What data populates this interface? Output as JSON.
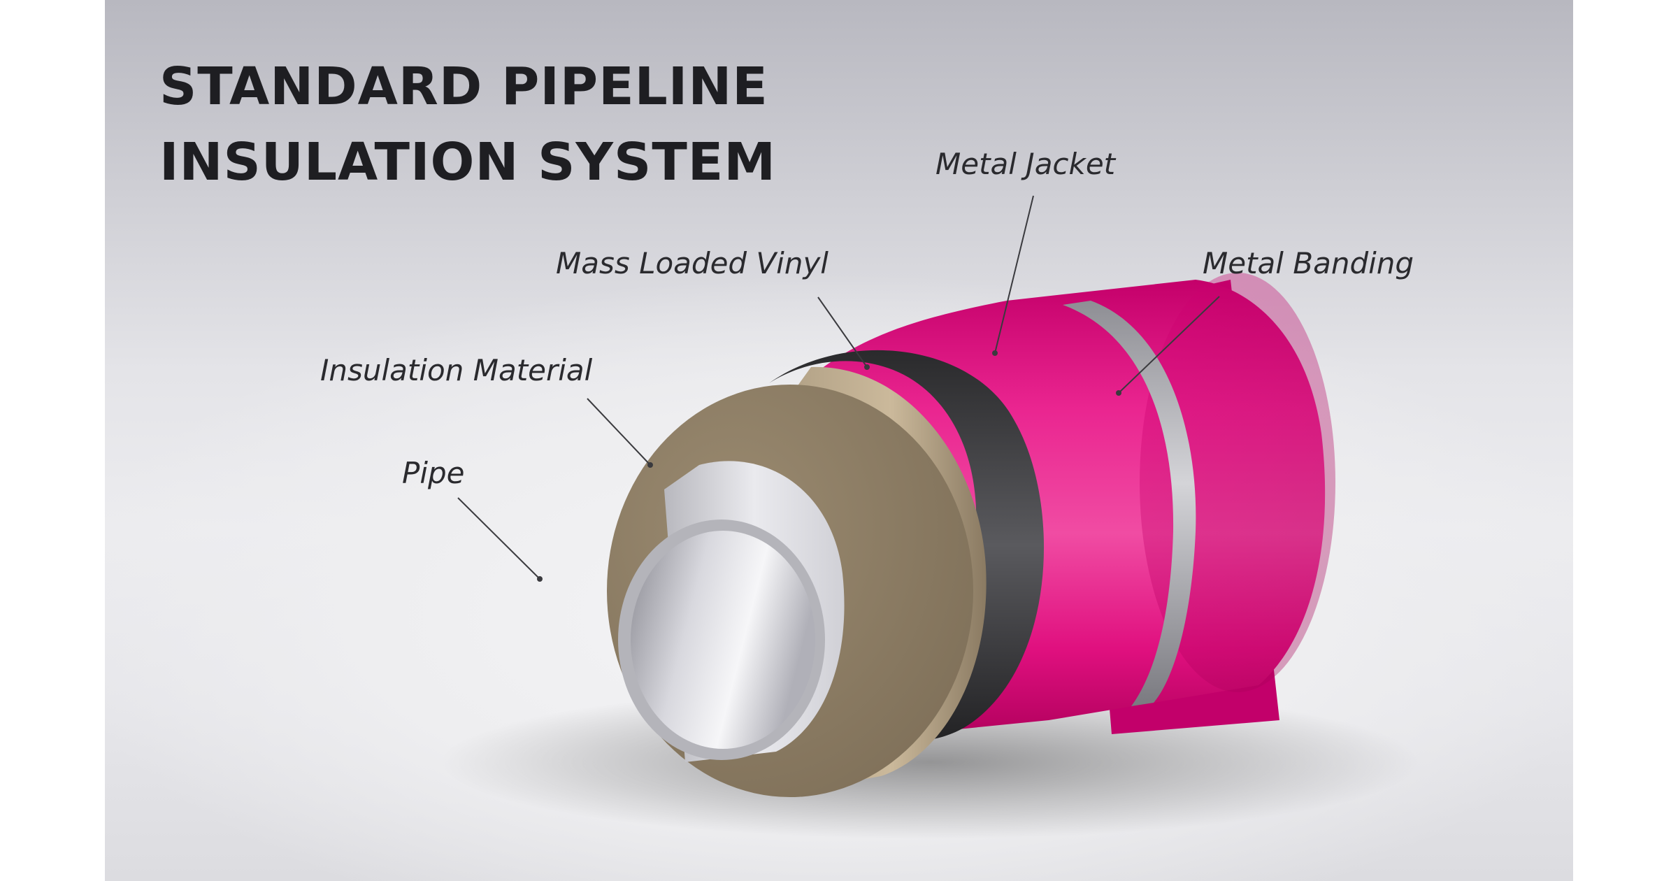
{
  "diagram": {
    "title_lines": [
      "STANDARD PIPELINE",
      "INSULATION SYSTEM"
    ],
    "labels": {
      "metal_jacket": "Metal Jacket",
      "mass_loaded_vinyl": "Mass Loaded Vinyl",
      "metal_banding": "Metal Banding",
      "insulation_material": "Insulation Material",
      "pipe": "Pipe"
    },
    "layer_colors": {
      "jacket": "#e6007e",
      "banding": "#a8a8ac",
      "vinyl": "#3a3a3c",
      "insulation": "#8c7c66",
      "pipe": "#c8c8cc",
      "text": "#1e1e22"
    }
  }
}
